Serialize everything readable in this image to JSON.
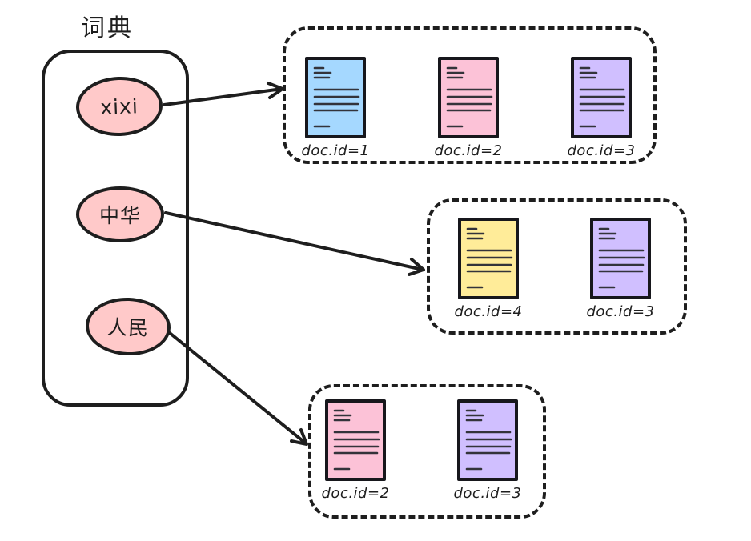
{
  "dictionary": {
    "title": "词典",
    "terms": [
      {
        "label": "xixi"
      },
      {
        "label": "中华"
      },
      {
        "label": "人民"
      }
    ]
  },
  "groups": [
    {
      "docs": [
        {
          "label": "doc.id=1",
          "color": "#a5d8ff"
        },
        {
          "label": "doc.id=2",
          "color": "#fcc2d7"
        },
        {
          "label": "doc.id=3",
          "color": "#d0bfff"
        }
      ]
    },
    {
      "docs": [
        {
          "label": "doc.id=4",
          "color": "#ffec99"
        },
        {
          "label": "doc.id=3",
          "color": "#d0bfff"
        }
      ]
    },
    {
      "docs": [
        {
          "label": "doc.id=2",
          "color": "#fcc2d7"
        },
        {
          "label": "doc.id=3",
          "color": "#d0bfff"
        }
      ]
    }
  ],
  "colors": {
    "stroke": "#1e1e1e",
    "term_fill": "#ffc9c9"
  }
}
